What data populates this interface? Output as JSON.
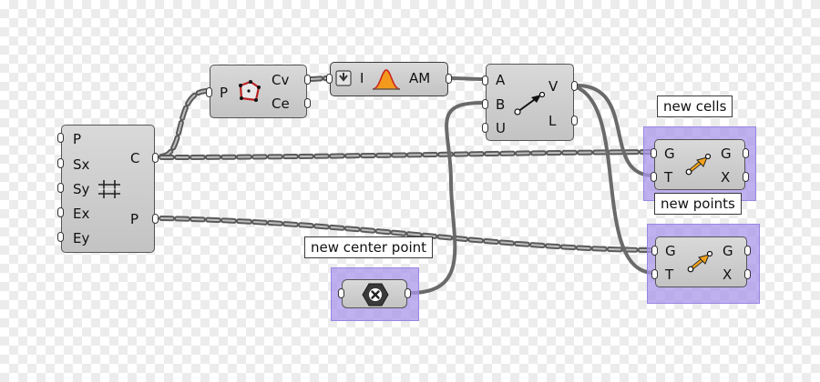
{
  "labels": {
    "new_cells": "new cells",
    "new_points": "new points",
    "new_center_point": "new center point"
  },
  "grid_node": {
    "inputs": [
      "P",
      "Sx",
      "Sy",
      "Ex",
      "Ey"
    ],
    "outputs": [
      "C",
      "P"
    ],
    "icon": "grid-icon"
  },
  "area_node": {
    "inputs": [
      "P"
    ],
    "outputs": [
      "Cv",
      "Ce"
    ],
    "icon": "area-polygon-icon"
  },
  "graph_node": {
    "input": "I",
    "output": "AM",
    "icon": "bell-curve-graph-icon",
    "toggle_icon": "down-arrow-icon"
  },
  "attractor_node": {
    "inputs": [
      "A",
      "B",
      "U"
    ],
    "outputs": [
      "V",
      "L"
    ],
    "icon": "vector-arrow-icon"
  },
  "move_cells_node": {
    "inputs": [
      "G",
      "T"
    ],
    "outputs": [
      "G",
      "X"
    ],
    "icon": "move-arrow-icon"
  },
  "move_points_node": {
    "inputs": [
      "G",
      "T"
    ],
    "outputs": [
      "G",
      "X"
    ],
    "icon": "move-arrow-icon"
  },
  "point_param": {
    "icon": "point-cross-icon"
  },
  "colors": {
    "group_fill": "#aa96eb",
    "wire": "#6a6a6a",
    "node_fill": "#cfcfcf"
  }
}
